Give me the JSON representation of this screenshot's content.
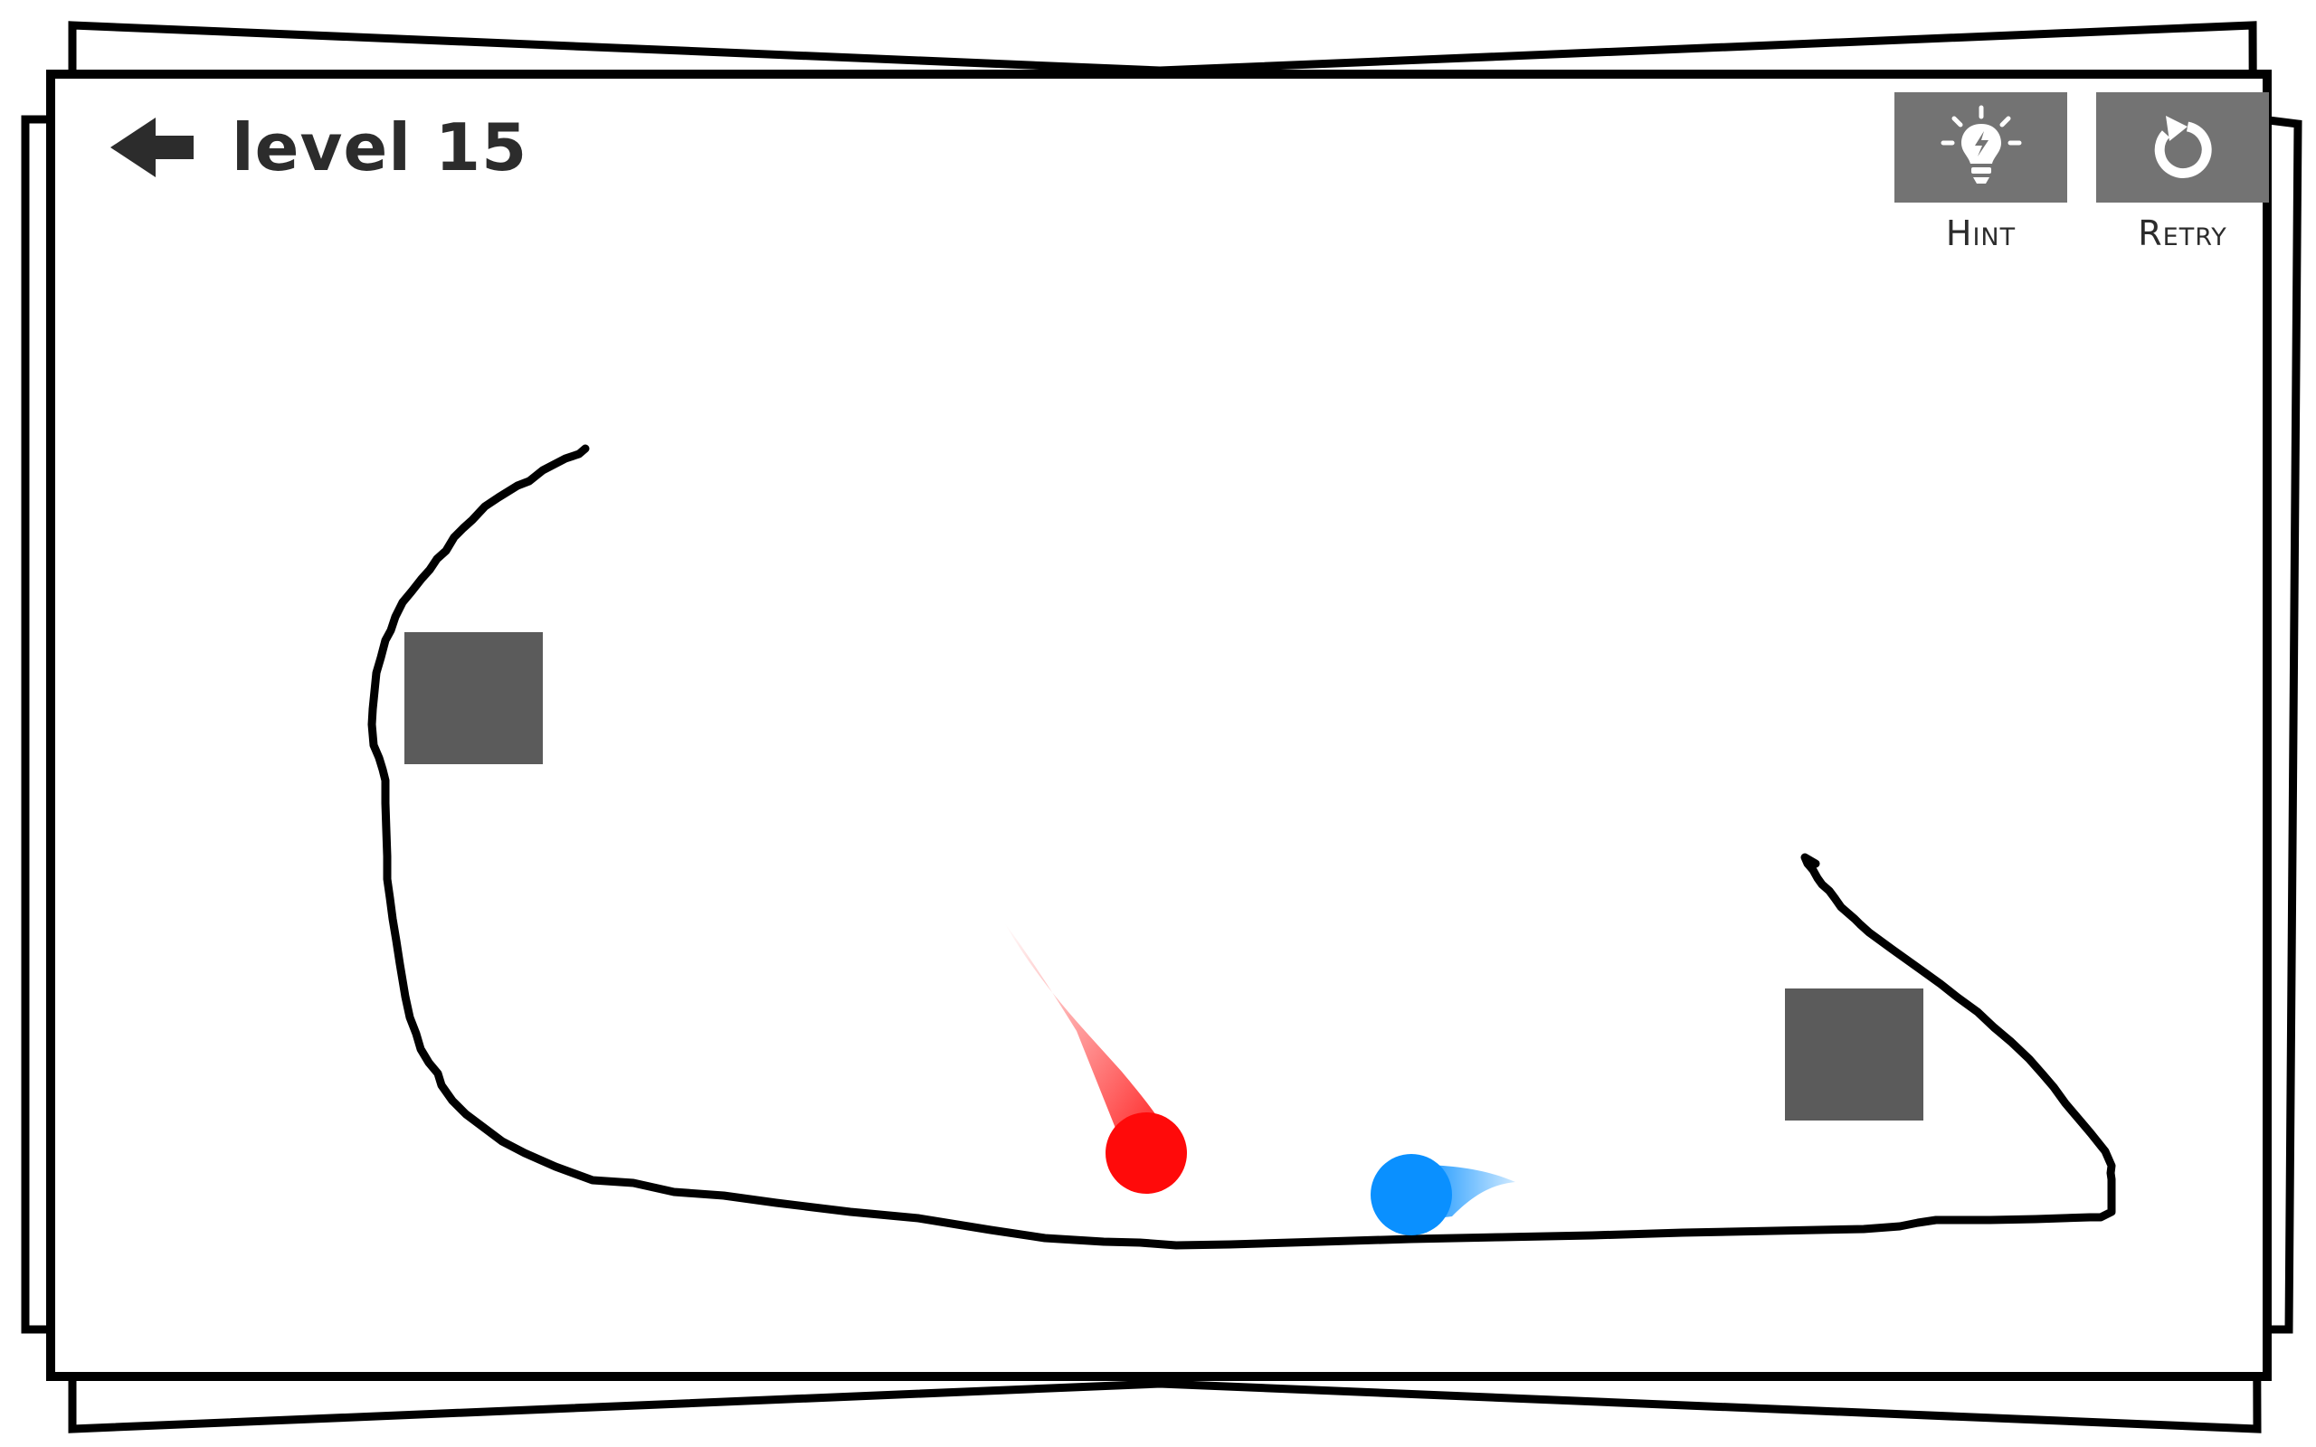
{
  "header": {
    "level_label": "level 15"
  },
  "toolbar": {
    "hint_label": "Hint",
    "retry_label": "Retry"
  },
  "icons": {
    "back": "arrow-left-icon",
    "hint": "lightbulb-icon",
    "retry": "retry-icon"
  },
  "colors": {
    "red_ball": "#ff0a0a",
    "blue_ball": "#0a90ff",
    "block": "#5b5b5b",
    "button": "#737373",
    "ink": "#000000"
  }
}
